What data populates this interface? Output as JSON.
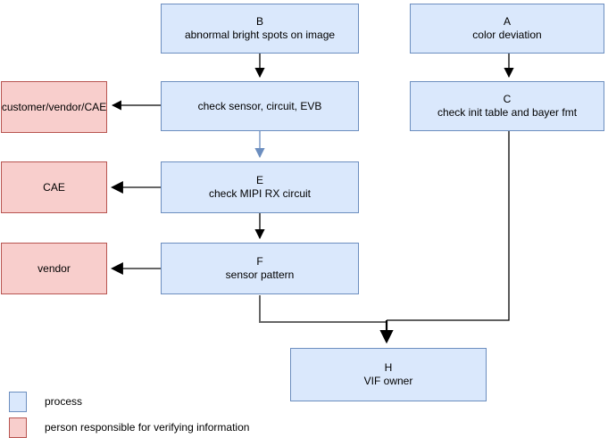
{
  "nodes": {
    "B": {
      "title": "B",
      "subtitle": "abnormal bright spots on image",
      "type": "process"
    },
    "A": {
      "title": "A",
      "subtitle": "color deviation",
      "type": "process"
    },
    "check": {
      "title": "check sensor, circuit, EVB",
      "type": "process"
    },
    "customer": {
      "title": "customer/vendor/CAE",
      "type": "responsible"
    },
    "C": {
      "title": "C",
      "subtitle": "check init table and bayer fmt",
      "type": "process"
    },
    "CAE": {
      "title": "CAE",
      "type": "responsible"
    },
    "E": {
      "title": "E",
      "subtitle": "check MIPI RX circuit",
      "type": "process"
    },
    "vendor": {
      "title": "vendor",
      "type": "responsible"
    },
    "F": {
      "title": "F",
      "subtitle": "sensor pattern",
      "type": "process"
    },
    "H": {
      "title": "H",
      "subtitle": "VIF owner",
      "type": "process"
    }
  },
  "legend": {
    "process_label": "process",
    "responsible_label": "person responsible for verifying information"
  },
  "colors": {
    "process_fill": "#dae8fc",
    "process_stroke": "#6c8ebf",
    "responsible_fill": "#f8cecc",
    "responsible_stroke": "#b85450",
    "edge_black": "#000000",
    "edge_gray": "#666666",
    "edge_blue": "#6c8ebf"
  }
}
